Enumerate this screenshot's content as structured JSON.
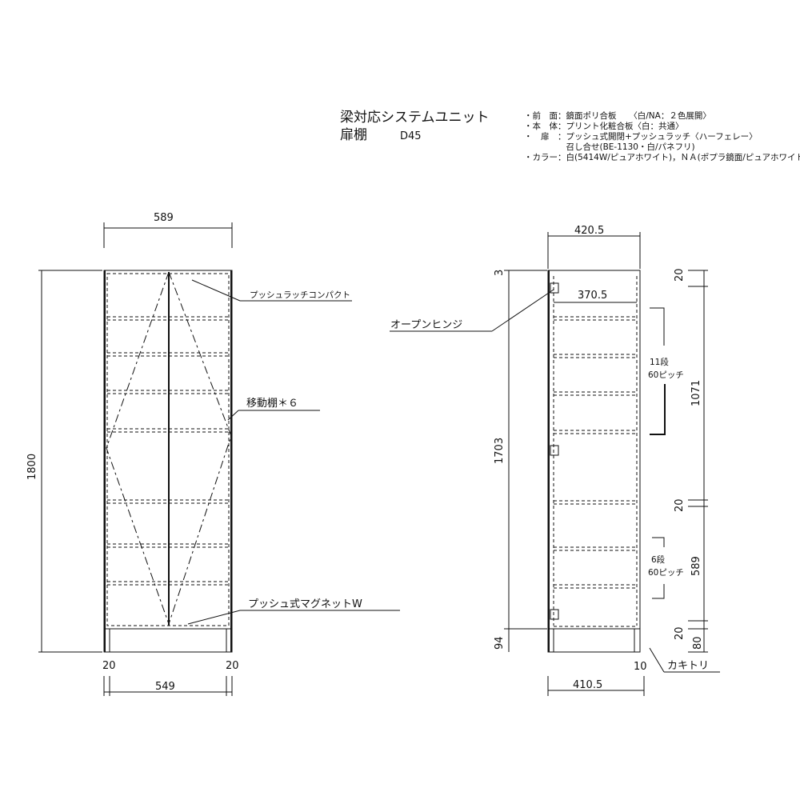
{
  "title": {
    "line1": "梁対応システムユニット",
    "line2": "扉棚",
    "model": "D45"
  },
  "specs": [
    "・前　面：鏡面ポリ合板　　〈白/NA：２色展開〉",
    "・本　体：プリント化粧合板〈白：共通〉",
    "・　扉　：プッシュ式開閉+プッシュラッチ〈ハーフェレー〉",
    "　　　　　召し合せ(BE-1130・白/パネフリ)",
    "・カラー：白(5414W/ピュアホワイト)，ＮＡ(ポプラ鏡面/ピュアホワイト)"
  ],
  "front": {
    "width_top": "589",
    "height": "1800",
    "side_left": "20",
    "side_right": "20",
    "inner_width": "549",
    "label_latch": "プッシュラッチコンパクト",
    "label_shelf": "移動棚＊６",
    "label_magnet": "プッシュ式マグネットW"
  },
  "side": {
    "depth_top": "420.5",
    "inner_depth": "370.5",
    "top_gap": "3",
    "height_inner": "1703",
    "plinth": "94",
    "depth_bottom": "410.5",
    "offset": "10",
    "label_hinge": "オープンヒンジ",
    "label_kakitori": "カキトリ",
    "upper_steps": "11段",
    "upper_pitch": "60ピッチ",
    "lower_steps": "6段",
    "lower_pitch": "60ピッチ",
    "dim_r": [
      "20",
      "1071",
      "20",
      "589",
      "20",
      "80"
    ]
  }
}
